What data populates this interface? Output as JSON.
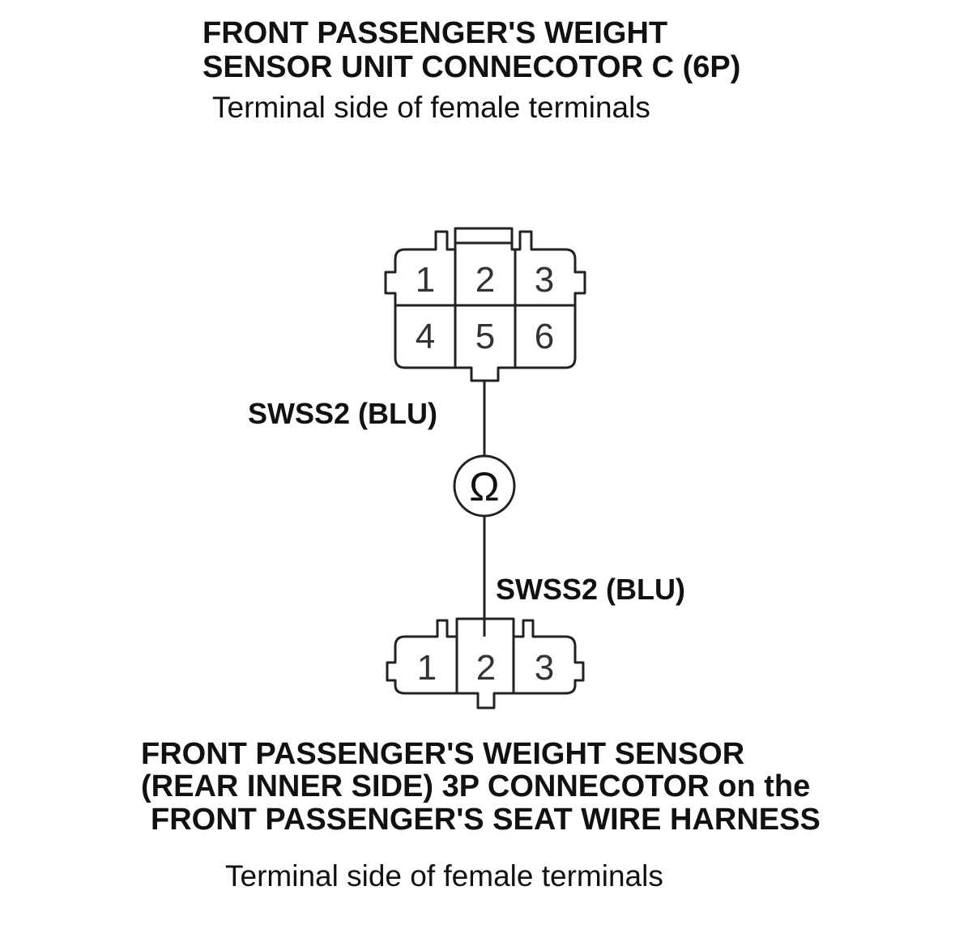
{
  "top_connector": {
    "title_line1": "FRONT PASSENGER'S WEIGHT",
    "title_line2": "SENSOR UNIT CONNECOTOR C (6P)",
    "subtitle": "Terminal side of female terminals",
    "pins": [
      "1",
      "2",
      "3",
      "4",
      "5",
      "6"
    ]
  },
  "wire_top_label": "SWSS2 (BLU)",
  "meter_symbol": "Ω",
  "wire_bottom_label": "SWSS2 (BLU)",
  "bottom_connector": {
    "pins": [
      "1",
      "2",
      "3"
    ],
    "title_line1": "FRONT PASSENGER'S WEIGHT SENSOR",
    "title_line2": "(REAR INNER SIDE) 3P CONNECOTOR on the",
    "title_line3": "FRONT PASSENGER'S SEAT WIRE HARNESS",
    "subtitle": "Terminal side of female terminals"
  },
  "colors": {
    "line": "#222222",
    "text": "#111111"
  }
}
